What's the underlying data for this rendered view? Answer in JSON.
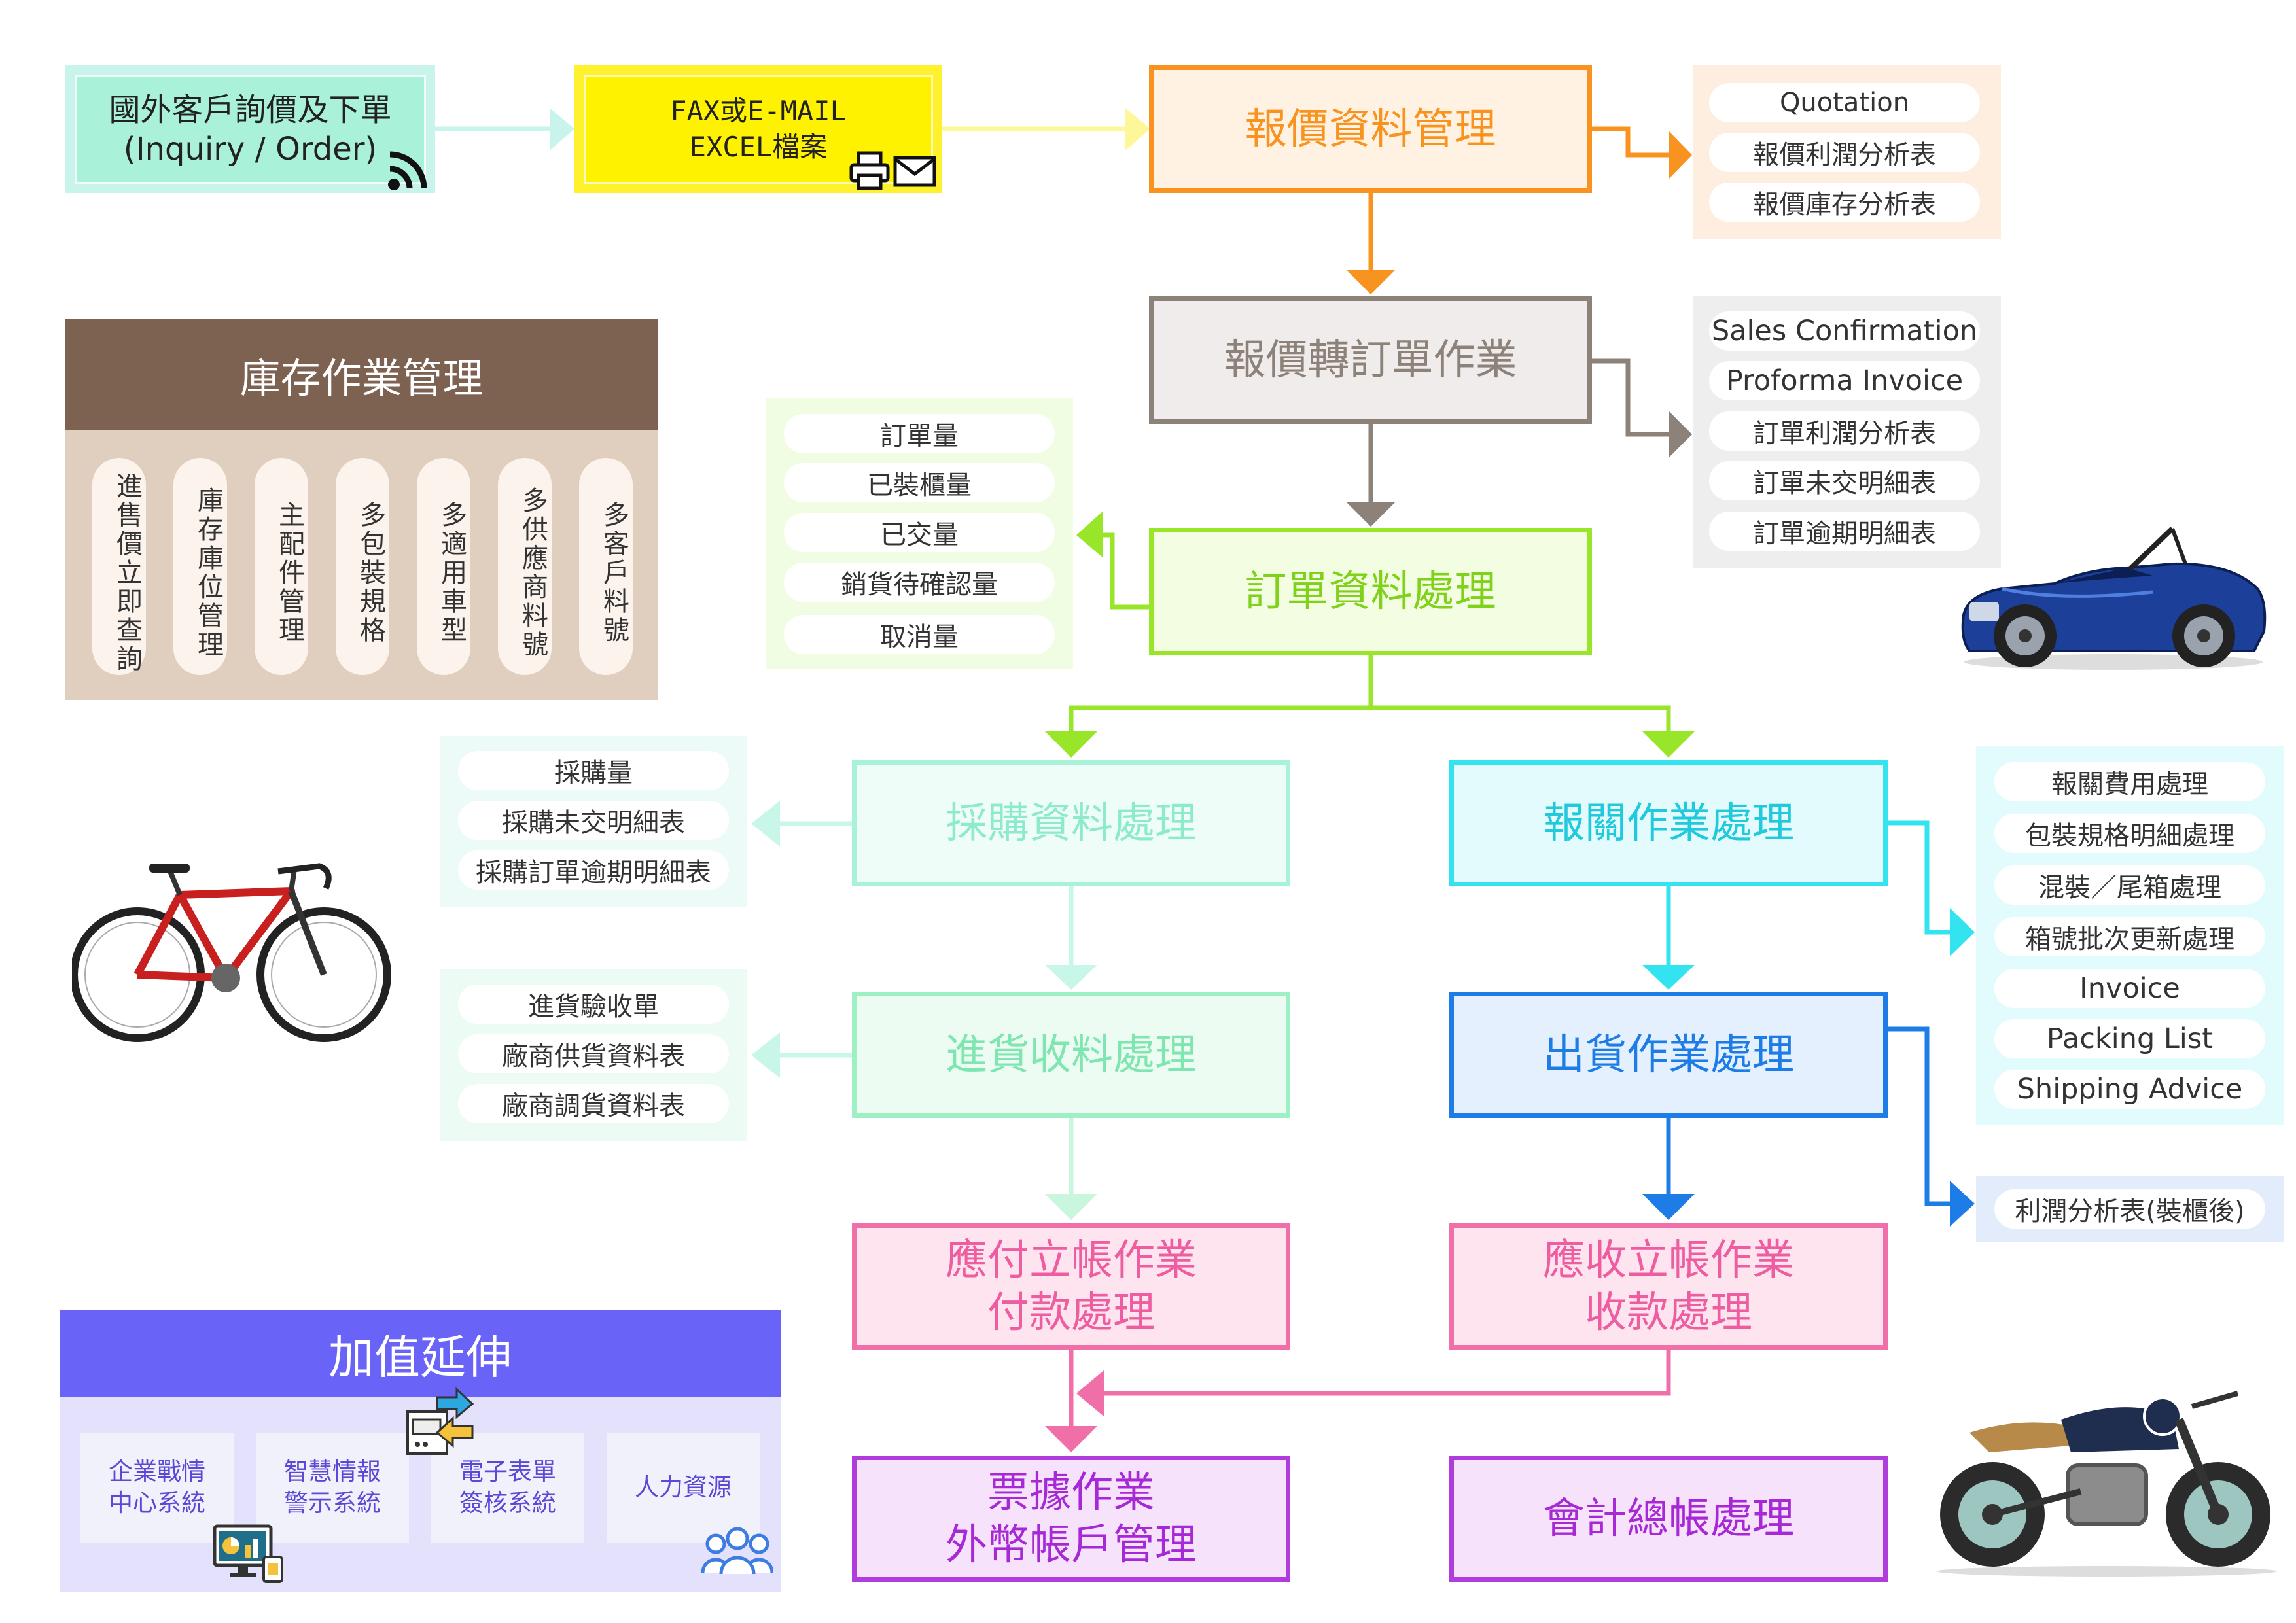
{
  "colors": {
    "orange": "#f7931e",
    "gray": "#8c8279",
    "green": "#99e52a",
    "mint": "#6fe7c4",
    "cyan": "#33e3f0",
    "blue": "#1d7ce6",
    "pink": "#f06fa8",
    "purple": "#b03cdc",
    "inventory_header": "#7d6252",
    "ext_header": "#6a63f7"
  },
  "inquiry": {
    "line1": "國外客戶詢價及下單",
    "line2": "(Inquiry / Order)",
    "icon": "wifi-icon"
  },
  "fax": {
    "line1": "FAX或E-MAIL",
    "line2": "EXCEL檔案",
    "icons": [
      "printer-icon",
      "mail-icon"
    ]
  },
  "flow": {
    "quote_mgmt": "報價資料管理",
    "quote_to_order": "報價轉訂單作業",
    "order_proc": "訂單資料處理",
    "purchase": "採購資料處理",
    "customs": "報關作業處理",
    "receiving": "進貨收料處理",
    "shipping": "出貨作業處理",
    "payable_l1": "應付立帳作業",
    "payable_l2": "付款處理",
    "receivable_l1": "應收立帳作業",
    "receivable_l2": "收款處理",
    "bills_l1": "票據作業",
    "bills_l2": "外幣帳戶管理",
    "ledger": "會計總帳處理"
  },
  "quote_reports": [
    "Quotation",
    "報價利潤分析表",
    "報價庫存分析表"
  ],
  "order_reports": [
    "Sales Confirmation",
    "Proforma Invoice",
    "訂單利潤分析表",
    "訂單未交明細表",
    "訂單逾期明細表"
  ],
  "order_qty": [
    "訂單量",
    "已裝櫃量",
    "已交量",
    "銷貨待確認量",
    "取消量"
  ],
  "purchase_reports": [
    "採購量",
    "採購未交明細表",
    "採購訂單逾期明細表"
  ],
  "receiving_reports": [
    "進貨驗收單",
    "廠商供貨資料表",
    "廠商調貨資料表"
  ],
  "customs_reports": [
    "報關費用處理",
    "包裝規格明細處理",
    "混裝／尾箱處理",
    "箱號批次更新處理",
    "Invoice",
    "Packing List",
    "Shipping Advice"
  ],
  "shipping_reports": [
    "利潤分析表(裝櫃後)"
  ],
  "inventory": {
    "title": "庫存作業管理",
    "items": [
      "進售價立即查詢",
      "庫存庫位管理",
      "主配件管理",
      "多包裝規格",
      "多適用車型",
      "多供應商料號",
      "多客戶料號"
    ]
  },
  "extension": {
    "title": "加值延伸",
    "items": [
      "企業戰情\n中心系統",
      "智慧情報\n警示系統",
      "電子表單\n簽核系統",
      "人力資源"
    ],
    "icons": [
      "dashboard-icon",
      "transfer-icon",
      "people-icon"
    ]
  },
  "illustrations": [
    "car-illustration",
    "bicycle-illustration",
    "motorcycle-illustration"
  ]
}
